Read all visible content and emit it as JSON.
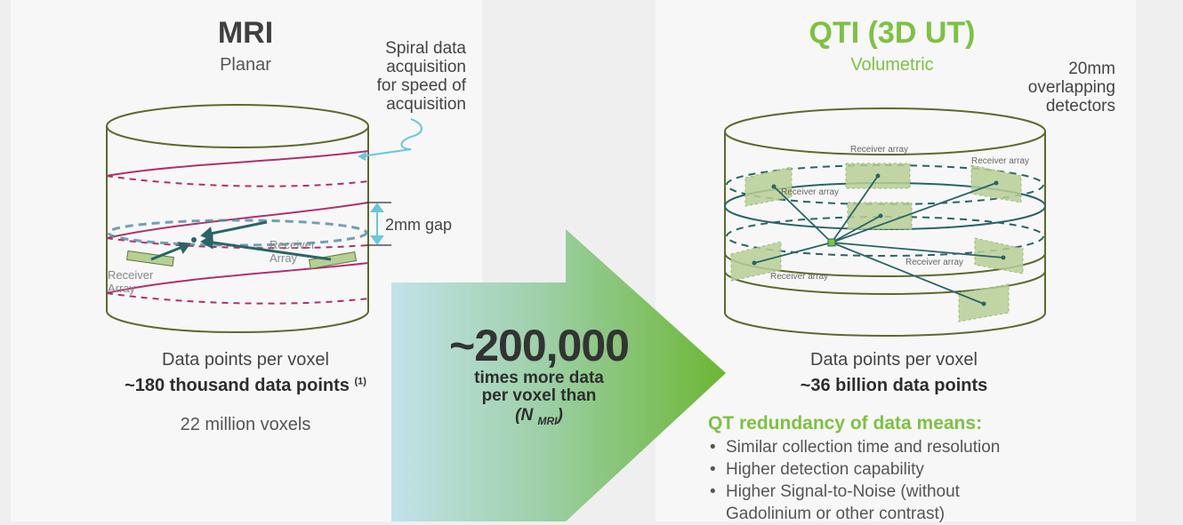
{
  "mri": {
    "title": "MRI",
    "subtitle": "Planar",
    "spiral_note": [
      "Spiral data",
      "acquisition",
      "for speed of",
      "acquisition"
    ],
    "gap_label": "2mm gap",
    "receiver_label_1": "Receiver",
    "receiver_label_2": "Array",
    "receiver_label_3": "Receiver",
    "receiver_label_4": "Array",
    "dp_label": "Data points per voxel",
    "dp_value": "~180 thousand data points",
    "dp_footnote": "(1)",
    "voxels": "22 million voxels"
  },
  "comparison": {
    "big_number": "~200,000",
    "caption_line1": "times more data",
    "caption_line2": "per voxel than",
    "sub_open": "(N ",
    "sub_text": "MRI",
    "sub_close": ")"
  },
  "qti": {
    "title": "QTI (3D UT)",
    "subtitle": "Volumetric",
    "overlap_note": [
      "20mm",
      "overlapping",
      "detectors"
    ],
    "receiver_labels": [
      "Receiver array",
      "Receiver array",
      "Receiver array",
      "Receiver array",
      "Receiver array"
    ],
    "dp_label": "Data points per voxel",
    "dp_value": "~36 billion data points",
    "redundancy_heading": "QT redundancy of data means:",
    "redundancy_items": [
      "Similar collection time and resolution",
      "Higher detection capability",
      "Higher Signal-to-Noise (without",
      "Gadolinium or other contrast)"
    ],
    "bullet": "•"
  },
  "colors": {
    "green_accent": "#7cc242",
    "cylinder_outline": "#5a6b2e",
    "spiral_magenta": "#b0306e",
    "teal_line": "#2a6466",
    "light_blue": "#6cc4dc",
    "receiver_fill": "#b7cf95"
  }
}
